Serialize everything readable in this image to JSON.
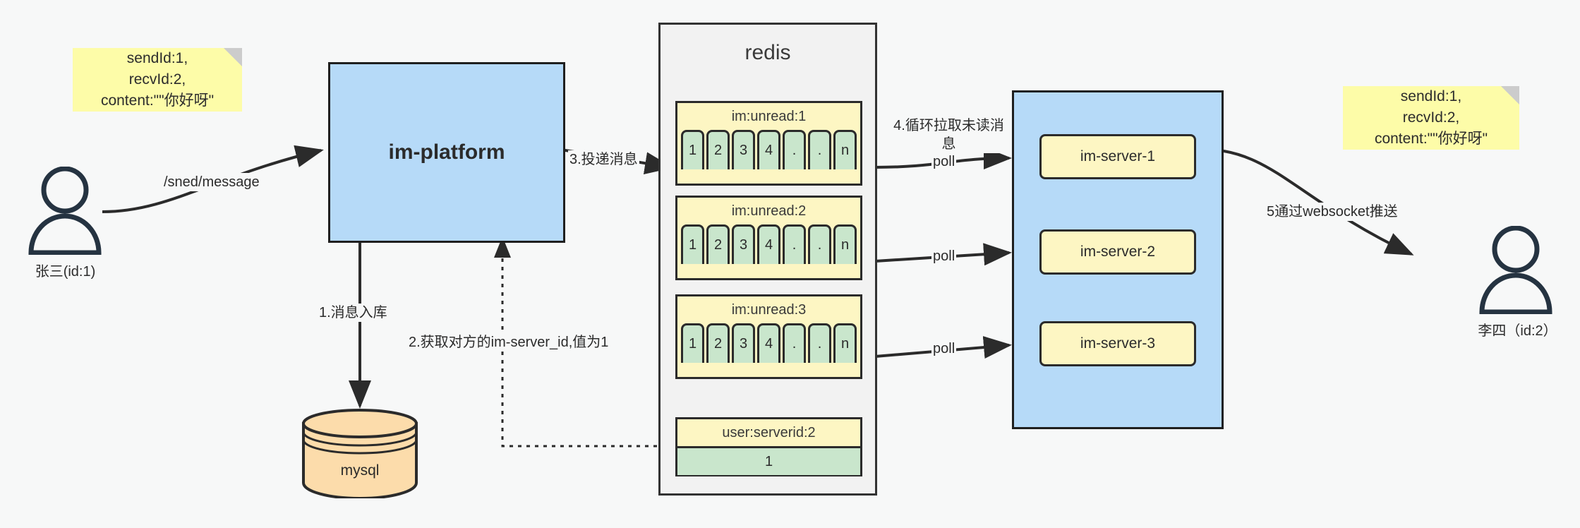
{
  "diagram": {
    "title": "IM message delivery architecture",
    "colors": {
      "background": "#f7f8f8",
      "blue_fill": "#b6daf8",
      "yellow_note": "#fdfca8",
      "yellow_fill": "#fdf6c3",
      "green_cell": "#c9e6cc",
      "orange_db": "#fcdcab",
      "stroke": "#2b2b2b",
      "redis_fill": "#f2f2f2"
    }
  },
  "notes": {
    "left": "sendId:1,\nrecvId:2,\ncontent:\"\"你好呀\"",
    "right": "sendId:1,\nrecvId:2,\ncontent:\"\"你好呀\""
  },
  "actors": {
    "sender": {
      "name": "张三(id:1)",
      "icon": "user-icon"
    },
    "receiver": {
      "name": "李四（id:2）",
      "icon": "user-icon"
    }
  },
  "nodes": {
    "platform": "im-platform",
    "database": "mysql",
    "redis_title": "redis"
  },
  "redis": {
    "lists": [
      {
        "key": "im:unread:1",
        "cells": [
          "1",
          "2",
          "3",
          "4",
          ".",
          ".",
          "n"
        ]
      },
      {
        "key": "im:unread:2",
        "cells": [
          "1",
          "2",
          "3",
          "4",
          ".",
          ".",
          "n"
        ]
      },
      {
        "key": "im:unread:3",
        "cells": [
          "1",
          "2",
          "3",
          "4",
          ".",
          ".",
          "n"
        ]
      }
    ],
    "kv": {
      "key": "user:serverid:2",
      "value": "1"
    }
  },
  "servers": [
    "im-server-1",
    "im-server-2",
    "im-server-3"
  ],
  "edges": {
    "send_message": "/sned/message",
    "step1": "1.消息入库",
    "step2": "2.获取对方的im-server_id,值为1",
    "step3": "3.投递消息",
    "step4": "4.循环拉取未读消\n息",
    "step5": "5通过websocket推送",
    "poll1": "poll",
    "poll2": "poll",
    "poll3": "poll"
  }
}
